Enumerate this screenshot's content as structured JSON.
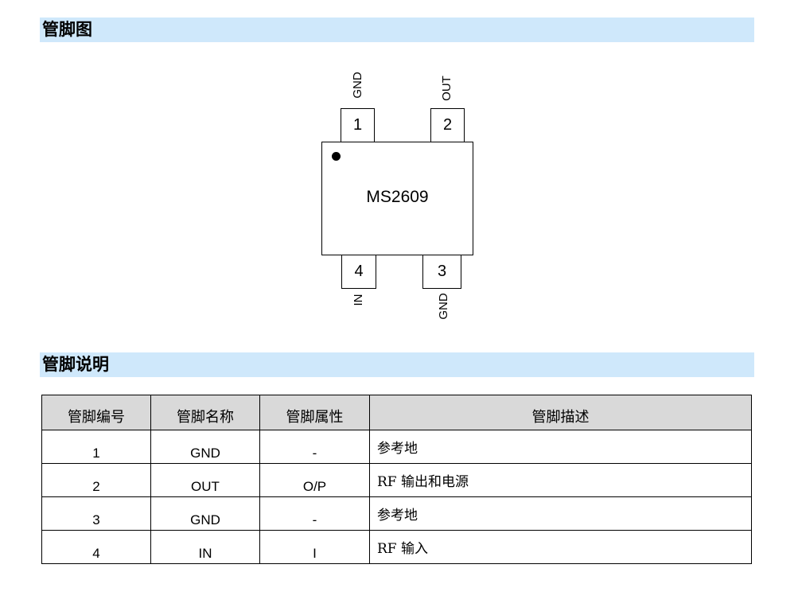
{
  "sections": {
    "pinout_title": "管脚图",
    "description_title": "管脚说明"
  },
  "chip": {
    "name": "MS2609",
    "pins": [
      {
        "number": "1",
        "label": "GND"
      },
      {
        "number": "2",
        "label": "OUT"
      },
      {
        "number": "3",
        "label": "GND"
      },
      {
        "number": "4",
        "label": "IN"
      }
    ]
  },
  "table": {
    "headers": [
      "管脚编号",
      "管脚名称",
      "管脚属性",
      "管脚描述"
    ],
    "rows": [
      {
        "number": "1",
        "name": "GND",
        "attr": "-",
        "desc": "参考地"
      },
      {
        "number": "2",
        "name": "OUT",
        "attr": "O/P",
        "desc": "RF 输出和电源"
      },
      {
        "number": "3",
        "name": "GND",
        "attr": "-",
        "desc": "参考地"
      },
      {
        "number": "4",
        "name": "IN",
        "attr": "I",
        "desc": "RF 输入"
      }
    ]
  },
  "colors": {
    "section_bar": "#cfe8fb",
    "table_header": "#d9d9d9"
  }
}
